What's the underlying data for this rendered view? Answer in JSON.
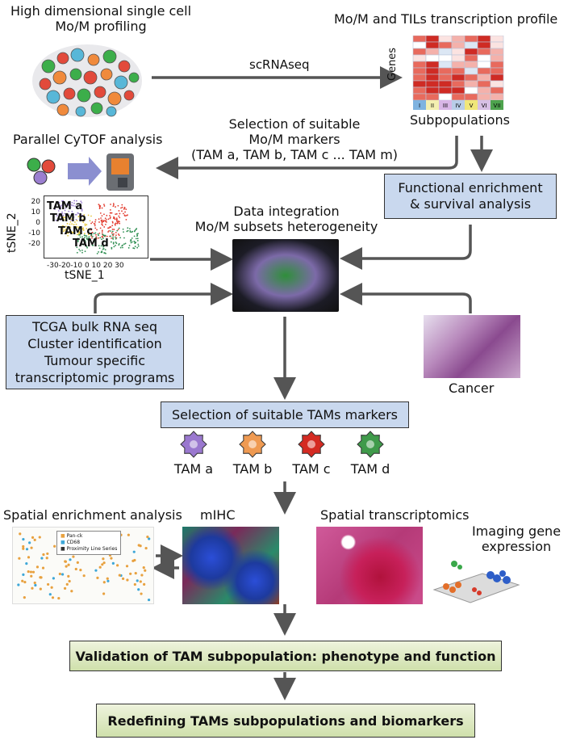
{
  "top_left": {
    "title_line1": "High dimensional single cell",
    "title_line2": "Mo/M profiling"
  },
  "top_right": {
    "title": "Mo/M and TILs transcription profile",
    "genes_label": "Genes",
    "subpop_label": "Subpopulations",
    "heatmap_columns": [
      "I",
      "II",
      "III",
      "IV",
      "V",
      "VI",
      "VII"
    ]
  },
  "arrow_scrna": "scRNAseq",
  "selection_markers": {
    "line1": "Selection of suitable",
    "line2": "Mo/M markers",
    "line3": "(TAM a, TAM b, TAM c ... TAM m)"
  },
  "cytof": {
    "title": "Parallel CyTOF analysis",
    "ylabel": "tSNE_2",
    "xlabel": "tSNE_1",
    "yticks": [
      "20",
      "10",
      "0",
      "-10",
      "-20"
    ],
    "xticks": "-30-20-10  0  10 20 30",
    "clusters": [
      {
        "label": "TAM a",
        "color": "#9b7fd0"
      },
      {
        "label": "TAM b",
        "color": "#e6c63a"
      },
      {
        "label": "TAM c",
        "color": "#e23b2e"
      },
      {
        "label": "TAM d",
        "color": "#2f8f52"
      }
    ]
  },
  "functional": {
    "line1": "Functional enrichment",
    "line2": "& survival analysis"
  },
  "integration": {
    "line1": "Data integration",
    "line2": "Mo/M subsets  heterogeneity"
  },
  "tcga": {
    "line1": "TCGA bulk RNA seq",
    "line2": "Cluster identification",
    "line3": "Tumour specific",
    "line4": "transcriptomic programs"
  },
  "cancer_label": "Cancer",
  "tams_selection": "Selection of suitable TAMs markers",
  "tam_cells": [
    {
      "label": "TAM a",
      "color": "#9a78cf"
    },
    {
      "label": "TAM b",
      "color": "#ef9a52"
    },
    {
      "label": "TAM c",
      "color": "#d42a22"
    },
    {
      "label": "TAM d",
      "color": "#3f9a4a"
    }
  ],
  "spatial": {
    "enrichment_title": "Spatial enrichment analysis",
    "legend": [
      "Pan-ck",
      "CD68",
      "Proximity Line Series"
    ],
    "mihc_title": "mIHC",
    "transcriptomics_title": "Spatial transcriptomics",
    "imaging_line1": "Imaging gene",
    "imaging_line2": "expression"
  },
  "validation": "Validation of TAM subpopulation: phenotype and function",
  "redefining": "Redefining TAMs subpopulations and biomarkers",
  "colors": {
    "blue_box": "#c9d8ee",
    "green_box": "#d6e5b5",
    "arrow": "#555555"
  }
}
